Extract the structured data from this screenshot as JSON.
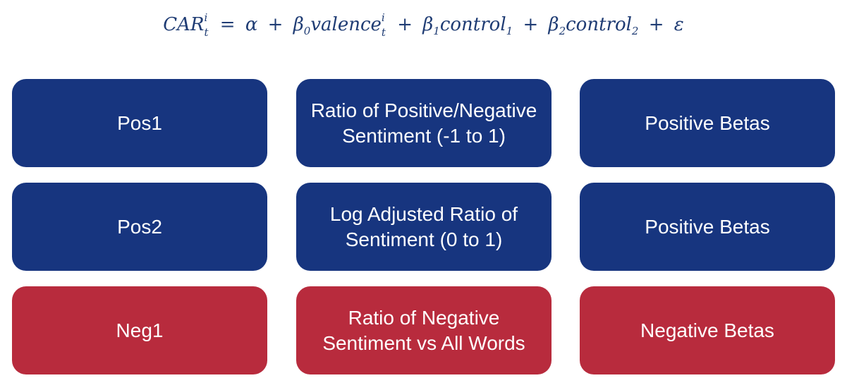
{
  "equation": {
    "lhs": "CAR",
    "lhs_sup": "i",
    "lhs_sub": "t",
    "eq": "=",
    "alpha": "α",
    "plus": "+",
    "beta0": "β",
    "beta0_sub": "0",
    "valence": "valence",
    "valence_sup": "i",
    "valence_sub": "t",
    "beta1": "β",
    "beta1_sub": "1",
    "control1": "control",
    "control1_sub": "1",
    "beta2": "β",
    "beta2_sub": "2",
    "control2": "control",
    "control2_sub": "2",
    "epsilon": "ε"
  },
  "colors": {
    "positive": "#17357f",
    "negative": "#b82b3d",
    "equation": "#1f3c74"
  },
  "rows": [
    {
      "name": "Pos1",
      "definition": "Ratio of Positive/Negative Sentiment (-1 to 1)",
      "expected": "Positive Betas",
      "tone": "positive"
    },
    {
      "name": "Pos2",
      "definition": "Log Adjusted Ratio of Sentiment (0 to 1)",
      "expected": "Positive Betas",
      "tone": "positive"
    },
    {
      "name": "Neg1",
      "definition": "Ratio of Negative Sentiment vs All Words",
      "expected": "Negative Betas",
      "tone": "negative"
    }
  ]
}
